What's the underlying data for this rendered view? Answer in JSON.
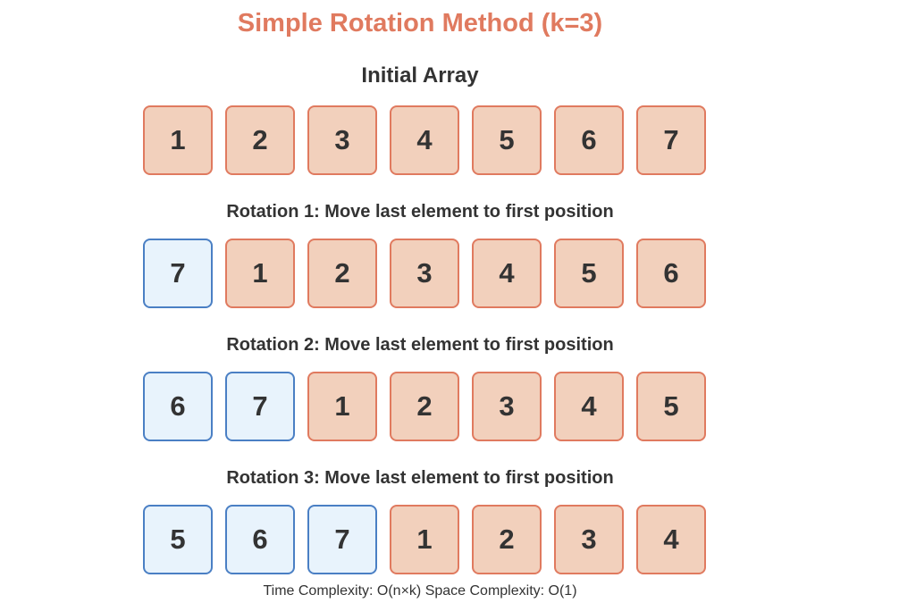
{
  "title": "Simple Rotation Method (k=3)",
  "initial": {
    "label": "Initial Array",
    "values": [
      "1",
      "2",
      "3",
      "4",
      "5",
      "6",
      "7"
    ],
    "moved_count": 0
  },
  "rotations": [
    {
      "label": "Rotation 1: Move last element to first position",
      "values": [
        "7",
        "1",
        "2",
        "3",
        "4",
        "5",
        "6"
      ],
      "moved_count": 1
    },
    {
      "label": "Rotation 2: Move last element to first position",
      "values": [
        "6",
        "7",
        "1",
        "2",
        "3",
        "4",
        "5"
      ],
      "moved_count": 2
    },
    {
      "label": "Rotation 3: Move last element to first position",
      "values": [
        "5",
        "6",
        "7",
        "1",
        "2",
        "3",
        "4"
      ],
      "moved_count": 3
    }
  ],
  "footer": "Time Complexity: O(n×k) Space Complexity: O(1)",
  "colors": {
    "title": "#e07a5f",
    "original_fill": "#f2d0bc",
    "original_stroke": "#e07a5f",
    "moved_fill": "#e8f3fc",
    "moved_stroke": "#4a7fc4",
    "text": "#333333"
  }
}
